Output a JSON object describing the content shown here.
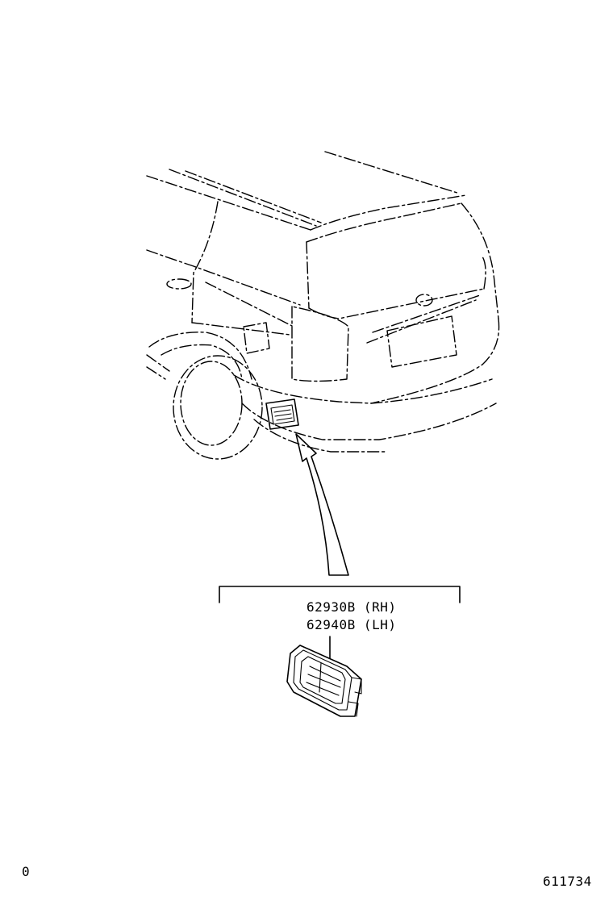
{
  "diagram": {
    "parts": [
      {
        "number": "62930B",
        "side": "(RH)",
        "label": "62930B (RH)"
      },
      {
        "number": "62940B",
        "side": "(LH)",
        "label": "62940B (LH)"
      }
    ],
    "corner_left": "0",
    "corner_right": "611734"
  }
}
